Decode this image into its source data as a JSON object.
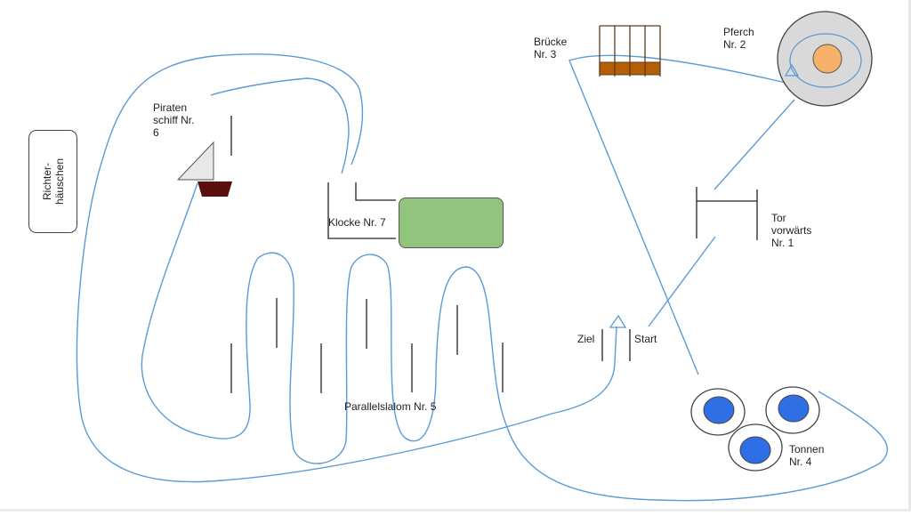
{
  "colors": {
    "route": "#5b9bd5",
    "obstacle_line": "#222222",
    "bell_area": "#93c47d",
    "boat_hull": "#5c0f0f",
    "sail": "#e8e8e8",
    "bridge_deck": "#b45f06",
    "pen_outer": "#d9d9d9",
    "pen_center": "#f6b26b",
    "barrel": "#2f6fe6"
  },
  "labels": {
    "judge": "Richter-\nhäuschen",
    "pirate_ship": "Piraten\nschiff Nr.\n6",
    "bell": "Klocke Nr. 7",
    "slalom": "Parallelslalom Nr. 5",
    "bridge": "Brücke\nNr. 3",
    "pen": "Pferch\nNr. 2",
    "gate": "Tor\nvorwärts\nNr. 1",
    "finish": "Ziel",
    "start": "Start",
    "barrels": "Tonnen\nNr. 4"
  },
  "icons": {
    "boat": "sailboat-icon",
    "start_marker": "triangle-marker-icon",
    "pen_marker": "triangle-marker-icon"
  }
}
